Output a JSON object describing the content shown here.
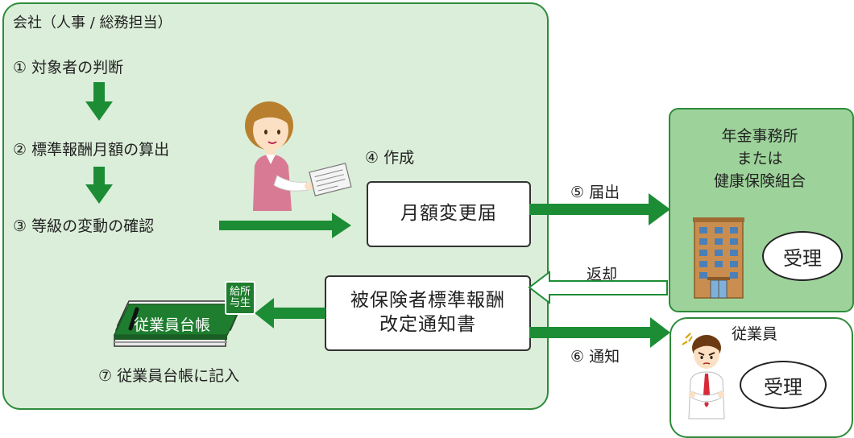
{
  "company": {
    "title": "会社（人事 / 総務担当）",
    "steps": [
      "① 対象者の判断",
      "② 標準報酬月額の算出",
      "③ 等級の変動の確認"
    ],
    "create_label": "④ 作成",
    "form_name": "月額変更届",
    "notice_line1": "被保険者標準報酬",
    "notice_line2": "改定通知書",
    "ledger_label": "従業員台帳",
    "stamp_line1": "給所",
    "stamp_line2": "与生",
    "record_step": "⑦ 従業員台帳に記入"
  },
  "flow": {
    "submit_label": "⑤ 届出",
    "return_label": "返却",
    "notify_label": "⑥ 通知"
  },
  "agency": {
    "line1": "年金事務所",
    "line2": "または",
    "line3": "健康保険組合",
    "received": "受理"
  },
  "employee": {
    "title": "従業員",
    "received": "受理"
  },
  "colors": {
    "arrow": "#1c8d35",
    "company_bg": "#dbeed9",
    "agency_bg": "#9dd39a",
    "border": "#2e8b3a"
  }
}
